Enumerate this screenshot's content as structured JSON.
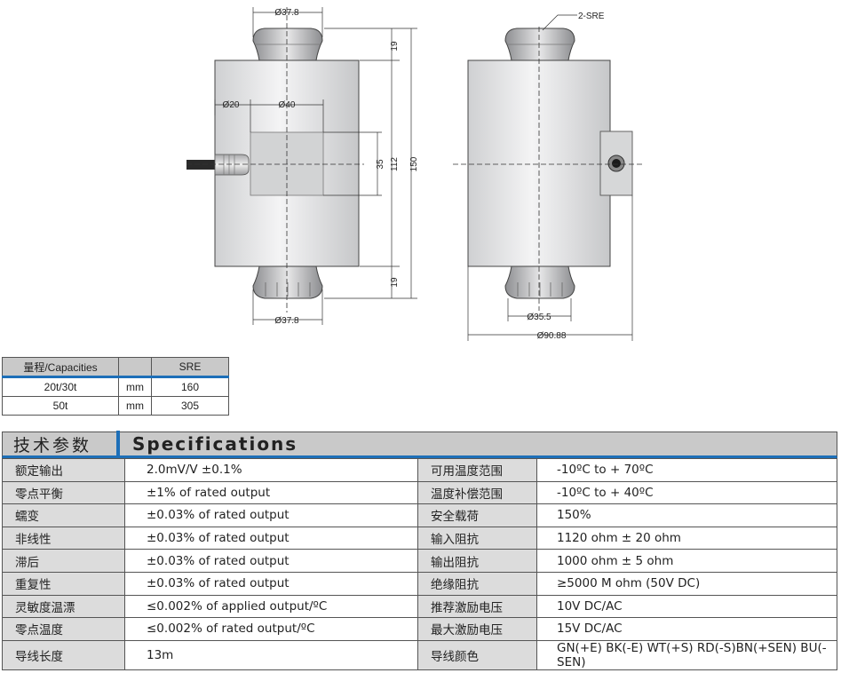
{
  "drawing": {
    "front_view": {
      "dim_top_diameter": "Ø37.8",
      "dim_bottom_diameter": "Ø37.8",
      "dim_cable_diameter": "Ø20",
      "dim_body_inner": "Ø40",
      "dim_top_height": "19",
      "dim_bottom_height": "19",
      "dim_body_height": "112",
      "dim_total_height": "150",
      "dim_label_height": "35"
    },
    "side_view": {
      "thread_label": "2-SRE",
      "dim_foot_diameter": "Ø35.5",
      "dim_body_diameter": "Ø90.88"
    }
  },
  "capacity_table": {
    "headers": [
      "量程/Capacities",
      "",
      "SRE"
    ],
    "rows": [
      [
        "20t/30t",
        "mm",
        "160"
      ],
      [
        "50t",
        "mm",
        "305"
      ]
    ]
  },
  "specifications": {
    "title_zh": "技术参数",
    "title_en": "Specifications",
    "rows": [
      [
        "额定输出",
        "2.0mV/V ±0.1%",
        "可用温度范围",
        "-10ºC to + 70ºC"
      ],
      [
        "零点平衡",
        "±1% of rated output",
        "温度补偿范围",
        "-10ºC to + 40ºC"
      ],
      [
        "蠕变",
        "±0.03% of rated output",
        "安全载荷",
        "150%"
      ],
      [
        "非线性",
        "±0.03% of rated output",
        "输入阻抗",
        "1120 ohm ± 20 ohm"
      ],
      [
        "滞后",
        "±0.03% of rated output",
        "输出阻抗",
        "1000 ohm ± 5 ohm"
      ],
      [
        "重复性",
        "±0.03% of rated output",
        "绝缘阻抗",
        "≥5000 M ohm (50V DC)"
      ],
      [
        "灵敏度温漂",
        "≤0.002% of applied output/ºC",
        "推荐激励电压",
        "10V DC/AC"
      ],
      [
        "零点温度",
        "≤0.002% of rated output/ºC",
        "最大激励电压",
        "15V DC/AC"
      ],
      [
        "导线长度",
        "13m",
        "导线颜色",
        "GN(+E) BK(-E) WT(+S) RD(-S)BN(+SEN) BU(-SEN)"
      ]
    ]
  }
}
